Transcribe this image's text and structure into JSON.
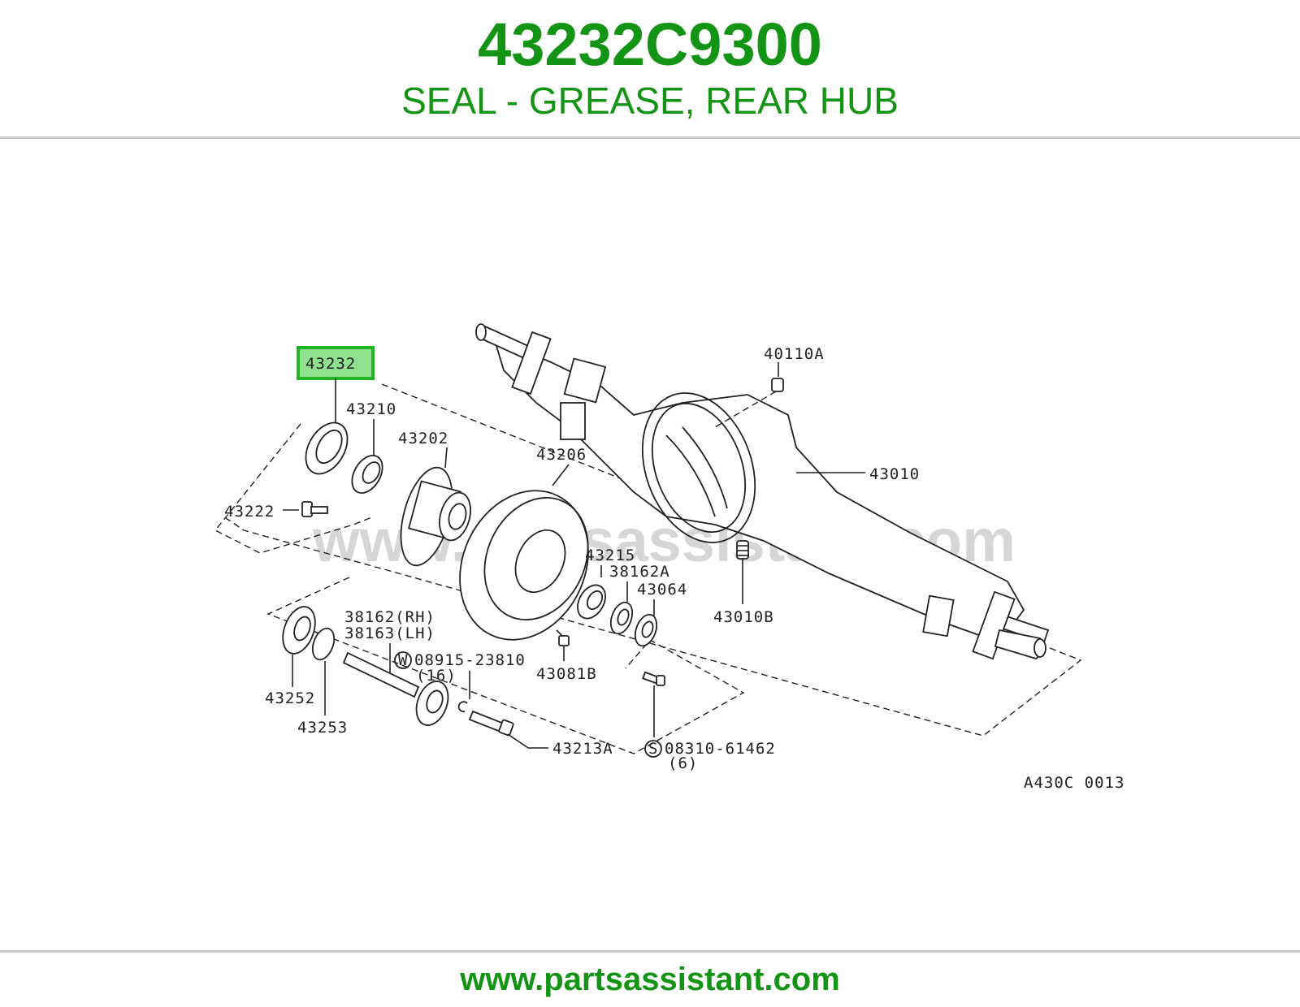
{
  "header": {
    "part_number": "43232C9300",
    "description": "SEAL - GREASE, REAR HUB"
  },
  "diagram": {
    "watermark": "www.partsassistant.com",
    "diagram_code": "A430C 0013",
    "highlighted_label": "43232",
    "labels": {
      "p43232": "43232",
      "p43210": "43210",
      "p43202": "43202",
      "p43206": "43206",
      "p43222": "43222",
      "p40110A": "40110A",
      "p43010": "43010",
      "p43010B": "43010B",
      "p43215": "43215",
      "p38162A": "38162A",
      "p43064": "43064",
      "p38162": "38162(RH)",
      "p38163": "38163(LH)",
      "p08915": "08915-23810",
      "p08915_qty": "(16)",
      "p43081B": "43081B",
      "p43252": "43252",
      "p43253": "43253",
      "p43213A": "43213A",
      "p08310": "08310-61462",
      "p08310_qty": "(6)",
      "w_mark": "W",
      "s_mark": "S"
    },
    "colors": {
      "highlight_fill": "#8fe08f",
      "highlight_border": "#22b322"
    }
  },
  "footer": {
    "url": "www.partsassistant.com"
  },
  "colors": {
    "brand_green": "#149414",
    "rule": "#c8c8c8"
  }
}
